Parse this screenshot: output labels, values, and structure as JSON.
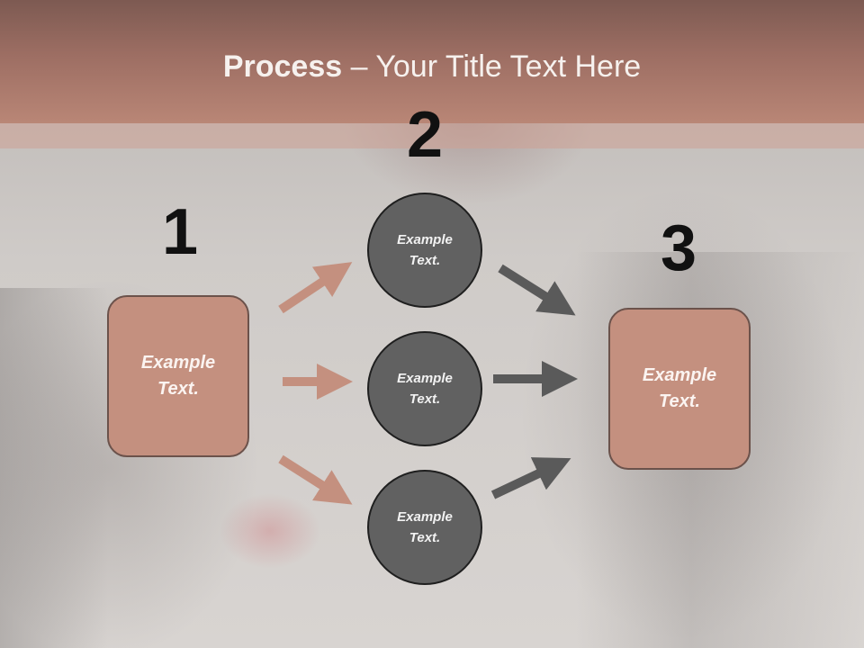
{
  "slide": {
    "title_bold": "Process",
    "title_rest": " – Your Title Text Here",
    "numbers": {
      "one": "1",
      "two": "2",
      "three": "3"
    },
    "left_box": {
      "text": "Example\nText."
    },
    "right_box": {
      "text": "Example\nText."
    },
    "circles": [
      {
        "text": "Example\nText."
      },
      {
        "text": "Example\nText."
      },
      {
        "text": "Example\nText."
      }
    ]
  },
  "colors": {
    "header": "#9d6e63",
    "box_fill": "#c4907f",
    "circle_fill": "#616161",
    "arrow_left": "#c4907f",
    "arrow_right": "#5a5a5a"
  }
}
